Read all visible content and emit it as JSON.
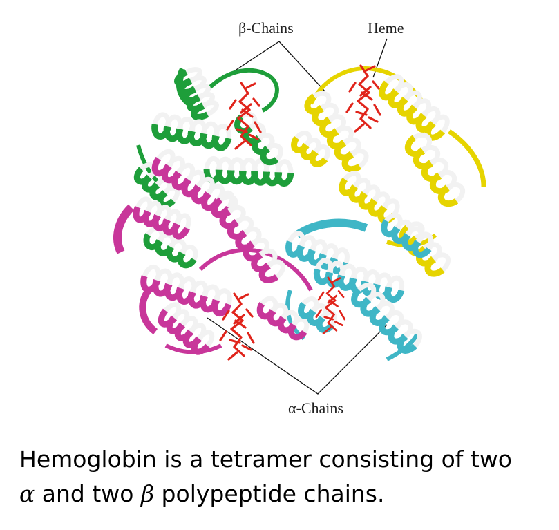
{
  "figure": {
    "labels": {
      "beta_chains": "β-Chains",
      "heme": "Heme",
      "alpha_chains": "α-Chains"
    },
    "colors": {
      "beta_chain_1": "#1e9e3a",
      "beta_chain_2": "#e6d400",
      "alpha_chain_1": "#c8369a",
      "alpha_chain_2": "#3fb6c6",
      "heme": "#e0241b",
      "highlight": "#f2f2f2"
    }
  },
  "caption": {
    "line1": "Hemoglobin is a tetramer consisting of two",
    "alpha_symbol": "α",
    "line2_mid": " and two ",
    "beta_symbol": "β",
    "line2_end": " polypeptide chains."
  }
}
